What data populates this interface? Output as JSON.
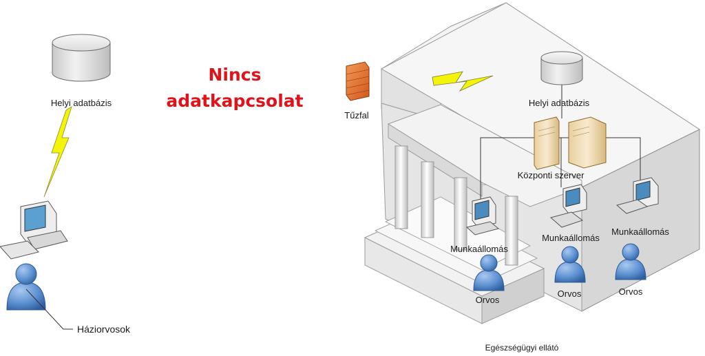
{
  "headline": {
    "line1": "Nincs",
    "line2": "adatkapcsolat",
    "color": "#e0131a"
  },
  "left_site": {
    "database_label": "Helyi adatbázis",
    "user_label": "Háziorvosok"
  },
  "right_site": {
    "firewall_label": "Tűzfal",
    "database_label": "Helyi adatbázis",
    "server_label": "Központi szerver",
    "workstations": [
      {
        "label": "Munkaállomás"
      },
      {
        "label": "Munkaállomás"
      },
      {
        "label": "Munkaállomás"
      }
    ],
    "users": [
      {
        "label": "Orvos"
      },
      {
        "label": "Orvos"
      },
      {
        "label": "Orvos"
      }
    ],
    "caption": "Egészségügyi ellátó"
  },
  "colors": {
    "lightning": "#f4f40a",
    "firewall": "#e8742c",
    "person": "#5b8fd0",
    "server": "#f1dcb6",
    "building": "#ececec"
  }
}
